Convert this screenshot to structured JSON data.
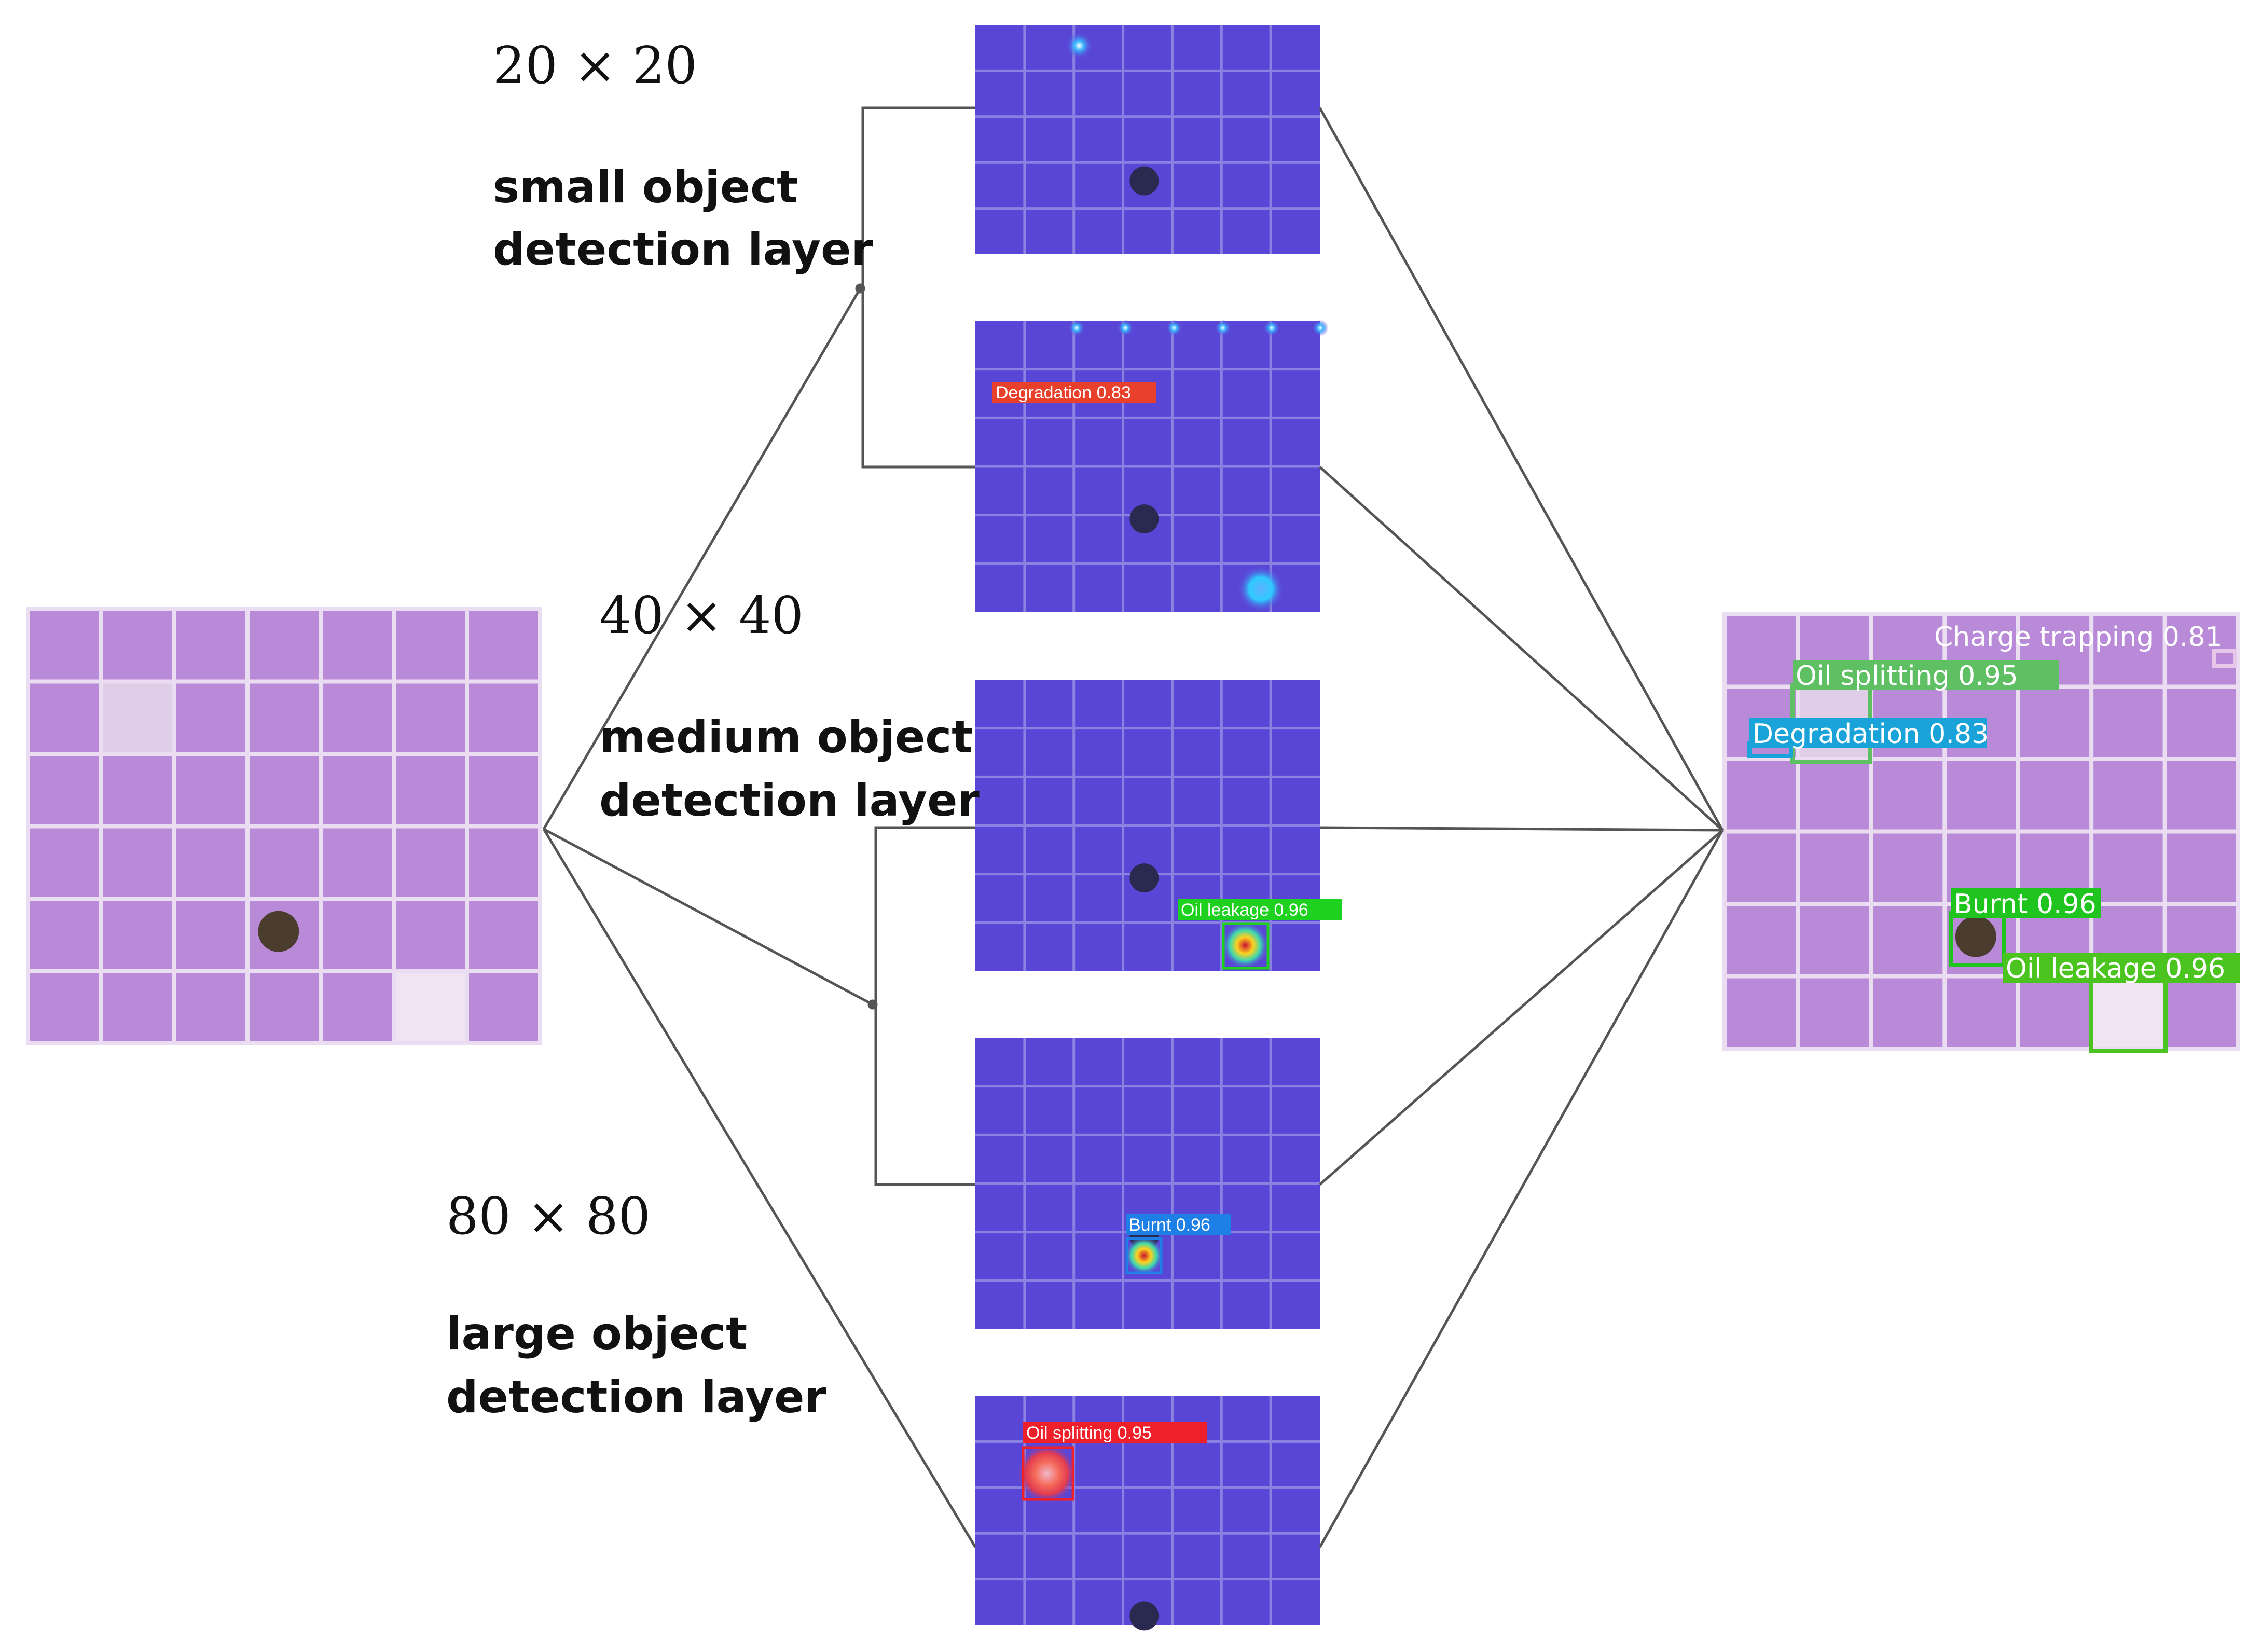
{
  "layers": [
    {
      "grid": "20 × 20",
      "title_line1": "small object",
      "title_line2": "detection layer"
    },
    {
      "grid": "40 × 40",
      "title_line1": "medium object",
      "title_line2": "detection layer"
    },
    {
      "grid": "80 × 80",
      "title_line1": "large object",
      "title_line2": "detection layer"
    }
  ],
  "heatmaps": [
    {
      "label": "",
      "label_color": ""
    },
    {
      "label": "Degradation 0.83",
      "label_color": "#e8402a"
    },
    {
      "label": "Oil leakage 0.96",
      "label_color": "#1fd11f"
    },
    {
      "label": "Burnt 0.96",
      "label_color": "#1e7fe6"
    },
    {
      "label": "Oil splitting 0.95",
      "label_color": "#f0202a"
    }
  ],
  "detections": [
    {
      "label": "Charge trapping 0.81",
      "color": "#e6c7ea"
    },
    {
      "label": "Oil splitting 0.95",
      "color": "#5fbf63"
    },
    {
      "label": "Degradation 0.83",
      "color": "#1aa3d8"
    },
    {
      "label": "Burnt 0.96",
      "color": "#1fc41f"
    },
    {
      "label": "Oil leakage 0.96",
      "color": "#4cc41f"
    }
  ],
  "colors": {
    "tile": "#b98ad8",
    "grout": "#eadcf1",
    "heat_bg": "#5a46d6",
    "heat_grid": "#8a82e0",
    "line": "#555555"
  }
}
